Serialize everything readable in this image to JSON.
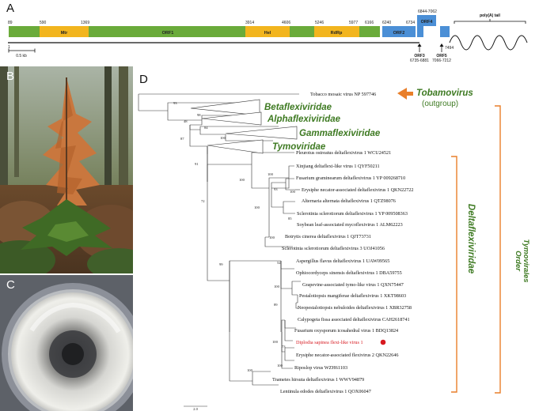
{
  "panels": {
    "a": "A",
    "b": "B",
    "c": "C",
    "d": "D"
  },
  "genome": {
    "positions": {
      "p89": "89",
      "p590": "590",
      "p1369": "1369",
      "p3914": "3914",
      "p4606": "4606",
      "p5246": "5246",
      "p5977": "5977",
      "p6166": "6166",
      "p6240": "6240",
      "p6734": "6734",
      "p6844_7062": "6844-7062",
      "p7494": "7494",
      "p1": "1"
    },
    "segments": {
      "mtr": "Mtr",
      "orf1": "ORF1",
      "hel": "Hel",
      "rdrp": "RdRp",
      "orf2": "ORF2",
      "orf4": "ORF4"
    },
    "orf3": {
      "label": "ORF3",
      "range": "6735-6881"
    },
    "orf5": {
      "label": "ORF5",
      "range": "7066-7212"
    },
    "polya": "poly(A) tail",
    "scale": "0.5 kb",
    "colors": {
      "green": "#6aab3a",
      "gold": "#f2b51e",
      "blue": "#4b8fd6"
    }
  },
  "tree": {
    "outgroup_leaf": "Tobacco mosaic virus NP 597746",
    "outgroup_genus": "Tobamovirus",
    "outgroup_note": "(outgroup)",
    "families": {
      "beta": "Betaflexiviridae",
      "alpha": "Alphaflexiviridae",
      "gamma": "Gammaflexiviridae",
      "tymo": "Tymoviridae",
      "delta": "Deltaflexiviridae"
    },
    "order_line1": "Order",
    "order_line2": "Tymovirales",
    "bootstraps": {
      "b93": "93",
      "b98": "98",
      "b48": "48",
      "b84": "84",
      "b87": "87",
      "b100a": "100",
      "b91": "91",
      "b72": "72",
      "b99": "99",
      "b100b": "100",
      "b100c": "100",
      "b93b": "93",
      "b100d": "100",
      "b85": "85",
      "b100e": "100",
      "b100f": "100",
      "b52": "52",
      "b100g": "100",
      "b89": "89",
      "b100h": "100",
      "b100i": "100",
      "b73": "73",
      "b100j": "100"
    },
    "leaves": [
      "Pleurotus ostreatus deltaflexivirus 1 WCU24521",
      "Xinjiang deltaflexi-like virus 1 QYF50211",
      "Fusarium graminearum deltaflexivirus 1 YP 009268710",
      "Erysiphe necator-associated deltaflexivirus 1 QKN22722",
      "Alternaria alternata deltaflexivirus 1 QTZ98076",
      "Sclerotinia sclerotiorum deltaflexivirus 1 YP 009508363",
      "Soybean leaf-associated mycoflexivirus 1 ALM62223",
      "Botrytis cinerea deltaflexivirus 1 QJT73731",
      "Sclerotinia sclerotiorum deltaflexivirus 3 UOJ41056",
      "Aspergillus flavus deltaflexivirus 1 UAW09565",
      "Ophiocordyceps sinensis deltaflexivirus 1 DBA59755",
      "Grapevine-associated tymo-like virus 1 QXN75447",
      "Pestalotiopsis mangiferae deltaflexivirus 1 XKT98603",
      "Neopestalotiopsis nebuloides deltaflexivirus 1 XBR32758",
      "Calypogeia fissa associated deltaflexivirus CAH2618741",
      "Fusarium oxysporum icosahedral virus 1 BDQ13824",
      "Diplodia sapinea flexi-like virus 1",
      "Erysiphe necator-associated flexivirus 2 QKN22646",
      "Riposlop virus WZH61103",
      "Trametes hirsuta deltaflexivirus 1 WWV94879",
      "Lentinula edodes deltaflexivirus 1 QOX06047"
    ],
    "scale": "2.0",
    "colors": {
      "family": "#3e7a22",
      "orange": "#e97f2a",
      "highlight": "#d71920"
    }
  }
}
